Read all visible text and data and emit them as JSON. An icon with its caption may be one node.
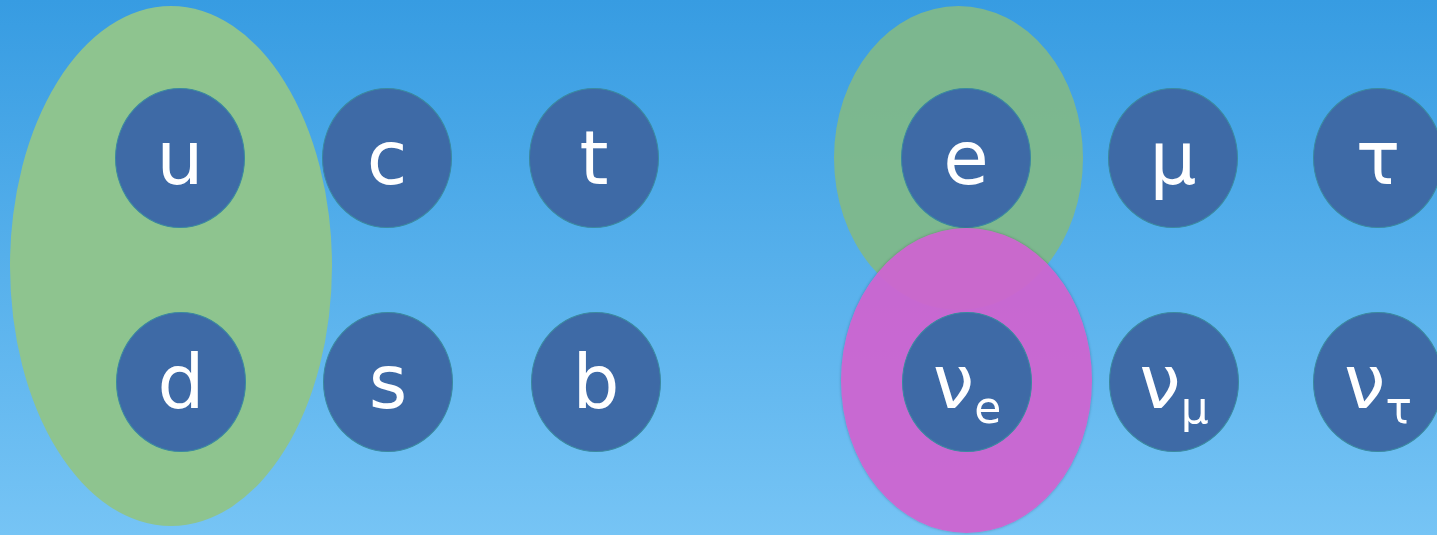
{
  "diagram": {
    "nodes": [
      {
        "text": [],
        "shape": "ellipse"
      },
      {
        "text": [
          "u"
        ],
        "in": 0
      },
      {
        "text": [
          "c"
        ]
      },
      {
        "text": [
          "t"
        ]
      },
      {
        "text": [],
        "shape": "ellipse"
      },
      {
        "text": [
          "e"
        ],
        "in": 4
      },
      {
        "text": [
          "μ"
        ]
      },
      {
        "text": [
          "τ"
        ]
      },
      {
        "text": [
          "d"
        ],
        "in": 0
      },
      {
        "text": [
          "s"
        ]
      },
      {
        "text": [
          "b"
        ]
      },
      {
        "text": [],
        "shape": "ellipse"
      },
      {
        "text": [
          "ν$_{e}$"
        ],
        "in": 11
      },
      {
        "text": [
          "ν$_{μ}$"
        ]
      },
      {
        "text": [
          "ν$_{τ}$"
        ]
      }
    ]
  }
}
